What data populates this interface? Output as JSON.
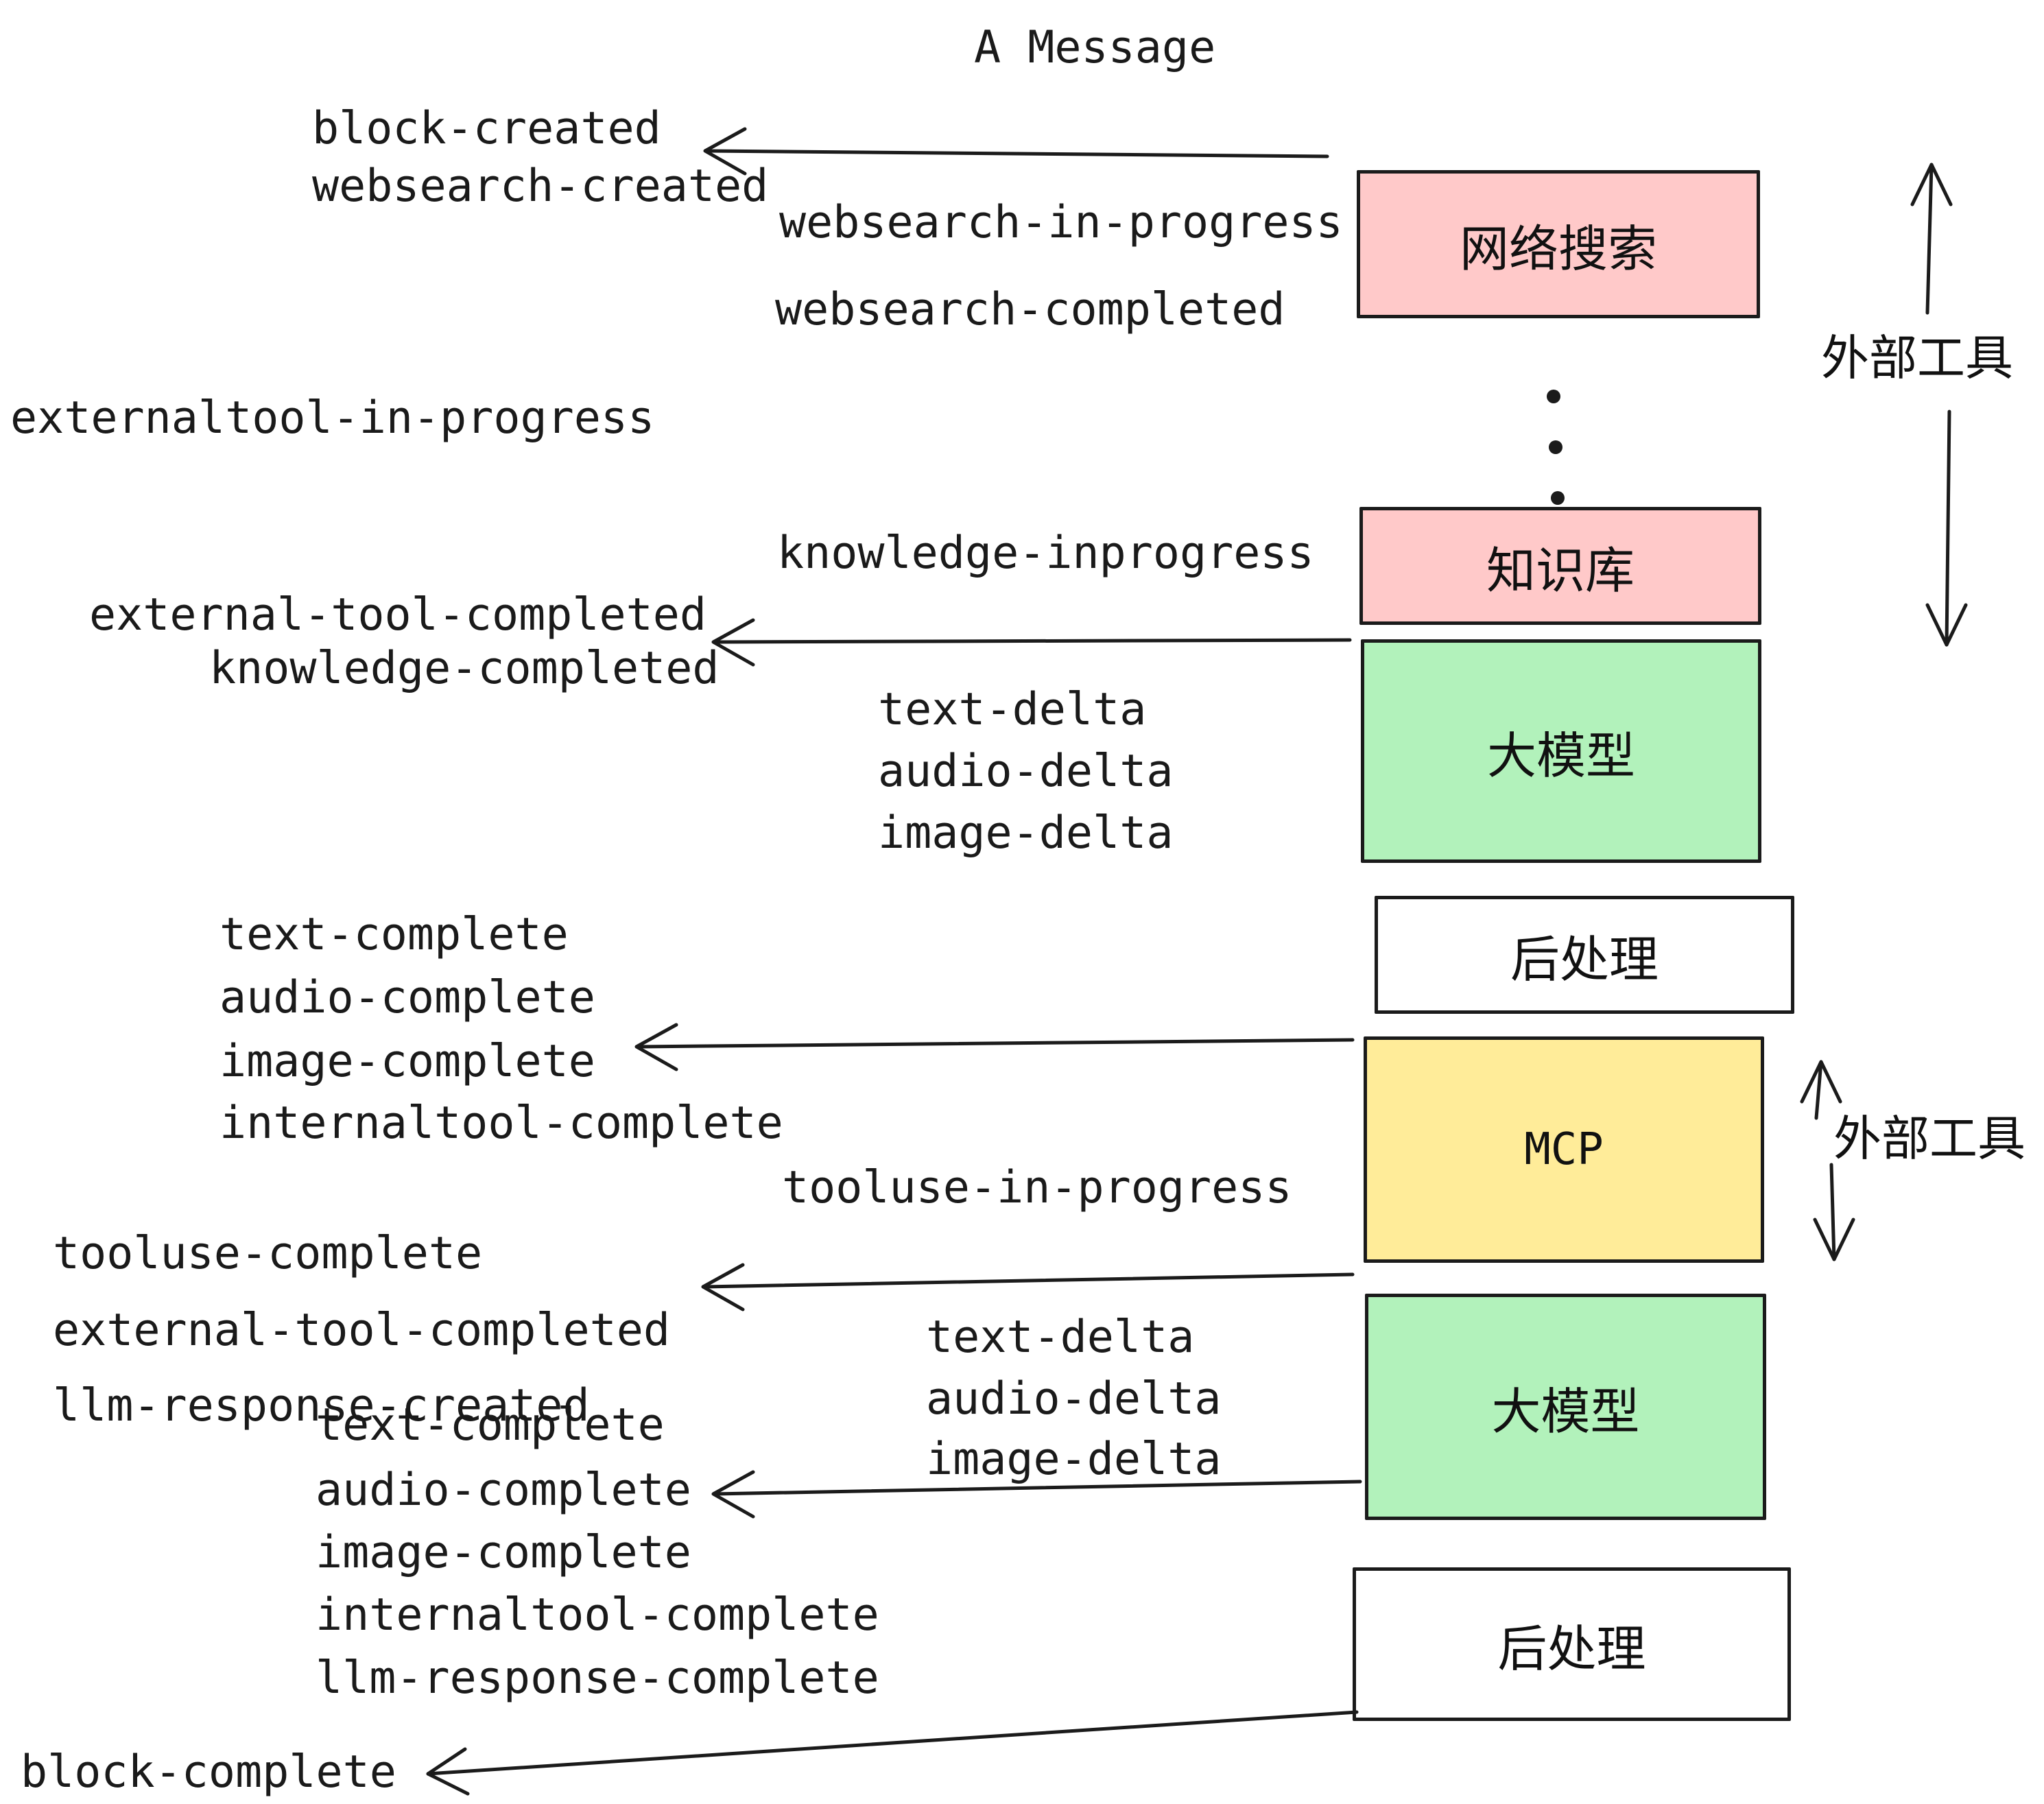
{
  "title": "A Message",
  "colors": {
    "ink": "#1b1b1b",
    "external_tool_node": "#ffc9c9",
    "llm_node": "#b2f2bb",
    "mcp_node": "#ffec99",
    "post_process_node": "#ffffff",
    "background": "#ffffff"
  },
  "events": [
    {
      "label": "block-created"
    },
    {
      "label": "websearch-created"
    },
    {
      "label": "websearch-in-progress"
    },
    {
      "label": "websearch-completed"
    },
    {
      "label": "externaltool-in-progress"
    },
    {
      "label": "knowledge-inprogress"
    },
    {
      "label": "external-tool-completed"
    },
    {
      "label": "knowledge-completed"
    },
    {
      "label": "text-delta"
    },
    {
      "label": "audio-delta"
    },
    {
      "label": "image-delta"
    },
    {
      "label": "text-complete"
    },
    {
      "label": "audio-complete"
    },
    {
      "label": "image-complete"
    },
    {
      "label": "internaltool-complete"
    },
    {
      "label": "tooluse-in-progress"
    },
    {
      "label": "tooluse-complete"
    },
    {
      "label": "external-tool-completed"
    },
    {
      "label": "llm-response-created"
    },
    {
      "label": "text-delta"
    },
    {
      "label": "audio-delta"
    },
    {
      "label": "image-delta"
    },
    {
      "label": "text-complete"
    },
    {
      "label": "audio-complete"
    },
    {
      "label": "image-complete"
    },
    {
      "label": "internaltool-complete"
    },
    {
      "label": "llm-response-complete"
    },
    {
      "label": "block-complete"
    }
  ],
  "boxes": [
    {
      "id": "websearch",
      "label": "网络搜索",
      "color": "#ffc9c9"
    },
    {
      "id": "knowledge-base",
      "label": "知识库",
      "color": "#ffc9c9"
    },
    {
      "id": "llm-1",
      "label": "大模型",
      "color": "#b2f2bb"
    },
    {
      "id": "post-process-1",
      "label": "后处理",
      "color": "#ffffff"
    },
    {
      "id": "mcp",
      "label": "MCP",
      "color": "#ffec99"
    },
    {
      "id": "llm-2",
      "label": "大模型",
      "color": "#b2f2bb"
    },
    {
      "id": "post-process-2",
      "label": "后处理",
      "color": "#ffffff"
    }
  ],
  "side_labels": {
    "external_tools_top": "外部工具",
    "external_tools_mcp": "外部工具"
  }
}
